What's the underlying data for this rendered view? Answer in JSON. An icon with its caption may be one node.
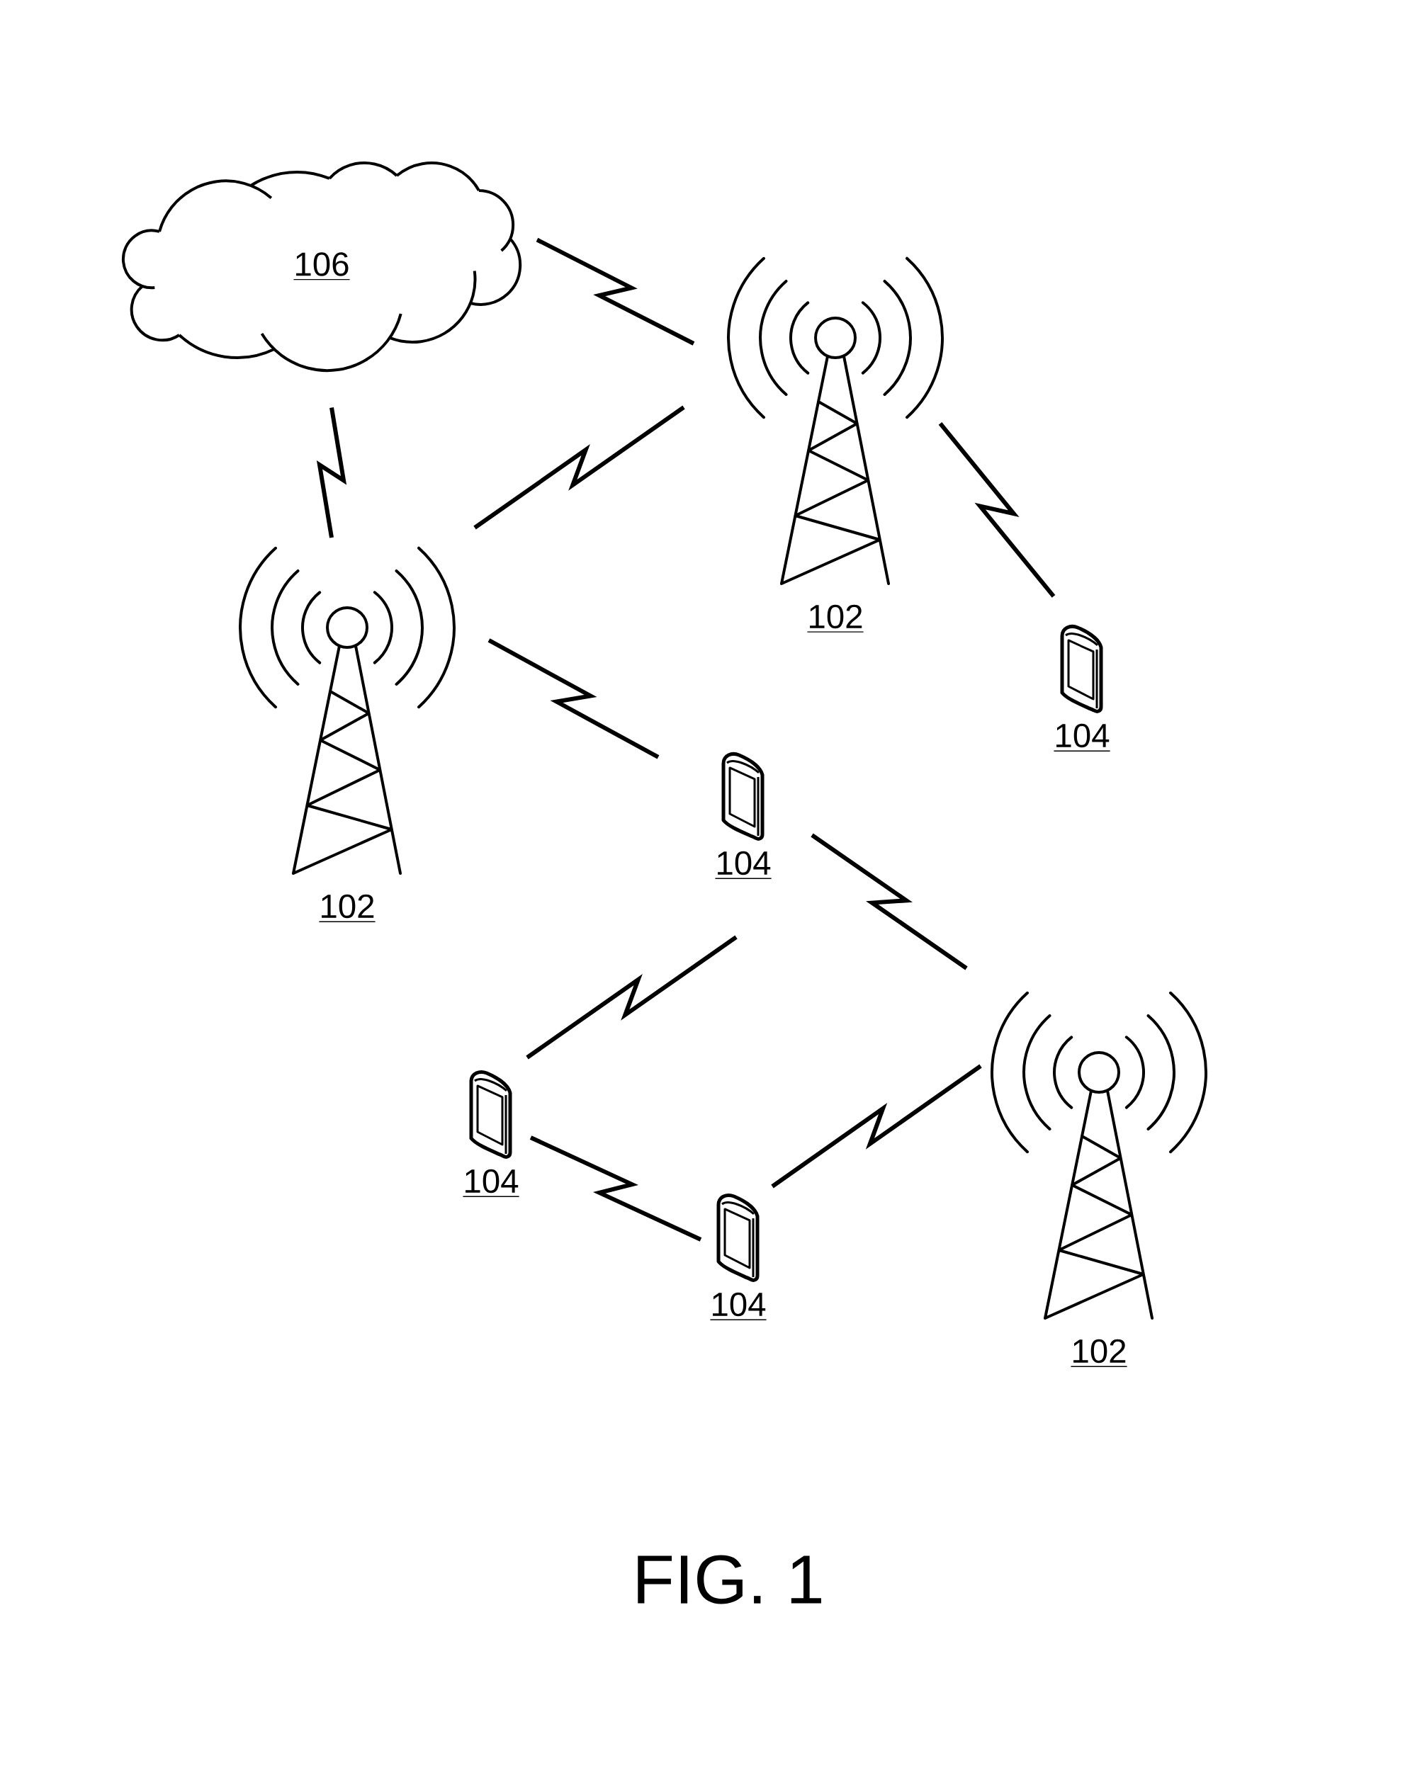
{
  "diagram": {
    "caption": "FIG. 1",
    "nodes": [
      {
        "text": [
          "106"
        ]
      },
      {
        "text": [],
        "shape": "picture",
        "beside": [
          "102"
        ]
      },
      {
        "text": [],
        "shape": "picture",
        "beside": [
          "102"
        ]
      },
      {
        "text": [],
        "shape": "picture",
        "beside": [
          "104"
        ]
      },
      {
        "text": [],
        "shape": "picture",
        "beside": [
          "104"
        ]
      },
      {
        "text": [],
        "shape": "picture",
        "beside": [
          "102"
        ]
      },
      {
        "text": [],
        "shape": "picture",
        "beside": [
          "104"
        ]
      },
      {
        "text": [],
        "shape": "picture",
        "beside": [
          "104"
        ]
      }
    ],
    "edges": [
      {
        "from": 0,
        "to": 1,
        "arrow": "none"
      },
      {
        "from": 0,
        "to": 2,
        "arrow": "none"
      },
      {
        "from": 2,
        "to": 1,
        "arrow": "none"
      },
      {
        "from": 1,
        "to": 3,
        "arrow": "none"
      },
      {
        "from": 2,
        "to": 4,
        "arrow": "none"
      },
      {
        "from": 4,
        "to": 5,
        "arrow": "none"
      },
      {
        "from": 6,
        "to": 4,
        "arrow": "none"
      },
      {
        "from": 6,
        "to": 7,
        "arrow": "none"
      },
      {
        "from": 7,
        "to": 5,
        "arrow": "none"
      }
    ]
  }
}
